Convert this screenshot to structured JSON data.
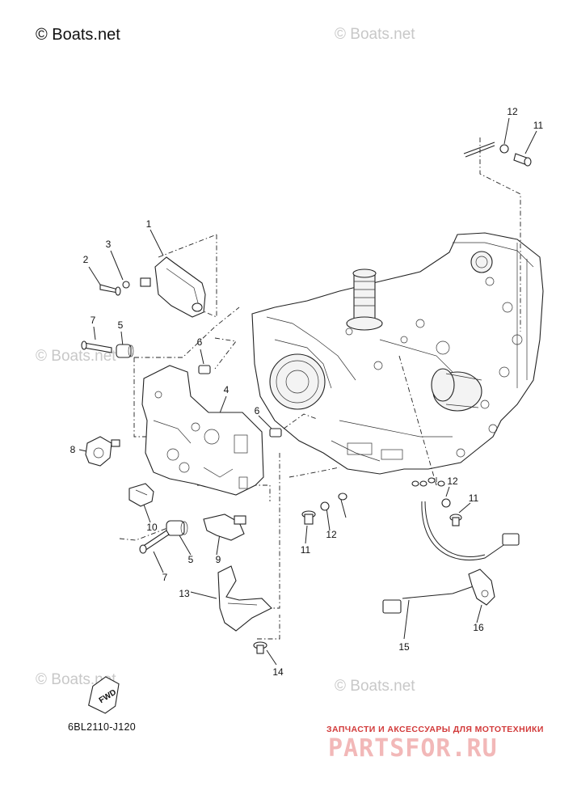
{
  "watermarks": {
    "main": "© Boats.net",
    "repeat": "© Boats.net"
  },
  "callouts": [
    {
      "id": "c1",
      "label": "1"
    },
    {
      "id": "c2",
      "label": "2"
    },
    {
      "id": "c3",
      "label": "3"
    },
    {
      "id": "c7a",
      "label": "7"
    },
    {
      "id": "c5a",
      "label": "5"
    },
    {
      "id": "c6a",
      "label": "6"
    },
    {
      "id": "c4",
      "label": "4"
    },
    {
      "id": "c6b",
      "label": "6"
    },
    {
      "id": "c8",
      "label": "8"
    },
    {
      "id": "c10",
      "label": "10"
    },
    {
      "id": "c5b",
      "label": "5"
    },
    {
      "id": "c9",
      "label": "9"
    },
    {
      "id": "c7b",
      "label": "7"
    },
    {
      "id": "c13",
      "label": "13"
    },
    {
      "id": "c14",
      "label": "14"
    },
    {
      "id": "c11a",
      "label": "11"
    },
    {
      "id": "c12a",
      "label": "12"
    },
    {
      "id": "c12b",
      "label": "12"
    },
    {
      "id": "c11b",
      "label": "11"
    },
    {
      "id": "c12c",
      "label": "12"
    },
    {
      "id": "c11c",
      "label": "11"
    },
    {
      "id": "c15",
      "label": "15"
    },
    {
      "id": "c16",
      "label": "16"
    }
  ],
  "fwd_label": "FWD",
  "diagram_code": "6BL2110-J120",
  "promo": {
    "tagline": "ЗАПЧАСТИ И АКСЕССУАРЫ ДЛЯ МОТОТЕХНИКИ",
    "logo": "PARTSFOR.RU"
  }
}
